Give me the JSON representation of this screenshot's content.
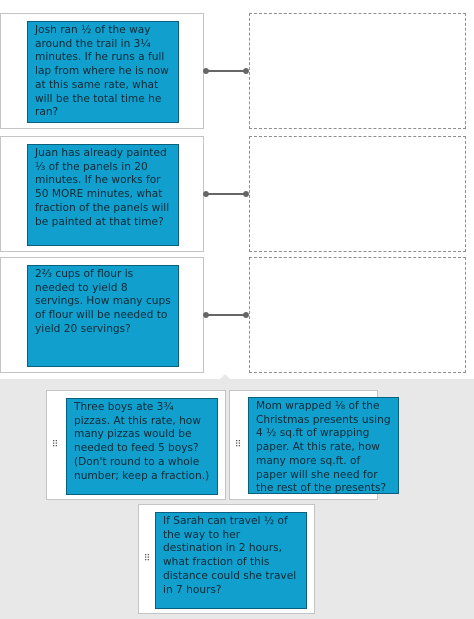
{
  "prompts": [
    {
      "text": "Josh ran ½ of the way around the trail in 3¼ minutes.  If he runs a full lap from where he is now at this same rate, what will be the total time he ran?"
    },
    {
      "text": "Juan has already painted ⅓ of the panels in 20 minutes.  If he works for 50 MORE minutes, what fraction of the panels will be painted at that time?"
    },
    {
      "text": "2⅔ cups of flour is needed to yield 8 servings.  How many cups of flour will be needed to yield 20 servings?"
    }
  ],
  "answers": [
    {
      "text": "Three boys ate 3¾ pizzas.  At this rate, how many pizzas would be needed to feed 5 boys? (Don't round to a whole number; keep a fraction.)"
    },
    {
      "text": "Mom wrapped ⅛ of the Christmas presents using 4 ½ sq.ft of wrapping paper.  At this rate, how many more sq.ft. of paper will she need for the rest of the presents?"
    },
    {
      "text": "If Sarah can travel ½ of the way to her destination in 2 hours, what fraction of this distance could she travel in 7 hours?"
    }
  ],
  "icons": {
    "drag_handle": "drag-handle-icon"
  },
  "colors": {
    "card_fill": "#11a0ce",
    "card_border": "#0a5f7c",
    "tray_bg": "#e8e8e8"
  }
}
